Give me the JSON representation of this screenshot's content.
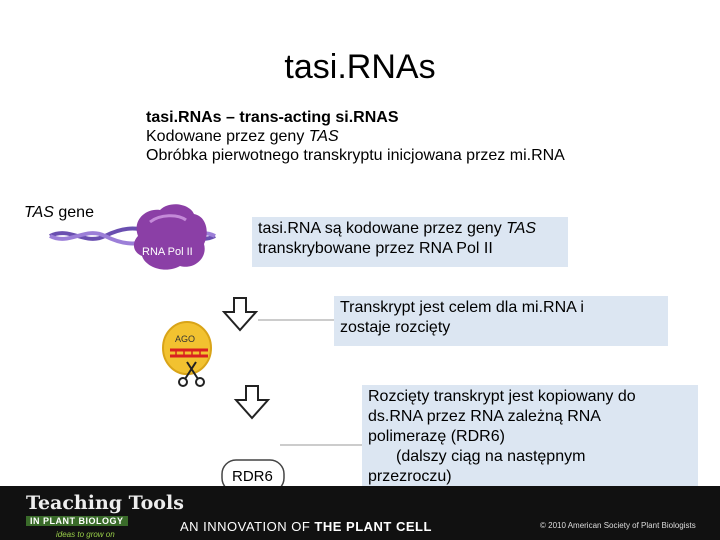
{
  "title": "tasi.RNAs",
  "intro": {
    "line1": "tasi.RNAs – trans-acting si.RNAS",
    "line2_prefix": "Kodowane przez geny ",
    "line2_italic": "TAS",
    "line3": "Obróbka pierwotnego transkryptu inicjowana przez  mi.RNA"
  },
  "diagram": {
    "tas_gene_italic": "TAS",
    "tas_gene_suffix": " gene",
    "rna_pol_ii": "RNA Pol II",
    "ago": "AGO",
    "rdr6": "RDR6"
  },
  "boxes": {
    "box1_line1_prefix": "tasi.RNA są kodowane przez geny ",
    "box1_line1_italic": "TAS",
    "box1_line2": "transkrybowane przez RNA Pol II",
    "box2_line1": "Transkrypt jest celem dla mi.RNA i",
    "box2_line2": "zostaje rozcięty",
    "box3_line1": "Rozcięty transkrypt jest kopiowany do",
    "box3_line2": "ds.RNA przez RNA zależną RNA",
    "box3_line3": "polimerazę (RDR6)",
    "box3_line4": "(dalszy ciąg na następnym",
    "box3_line5": "przezroczu)"
  },
  "footer": {
    "logo_line1": "Teaching Tools",
    "logo_line2": "IN PLANT BIOLOGY",
    "logo_line3": "ideas to grow on",
    "center_prefix": "AN INNOVATION OF ",
    "center_bold": "THE PLANT CELL",
    "right": "© 2010 American Society of Plant Biologists"
  },
  "colors": {
    "box_fill": "#dce6f2",
    "dna_strand": "#6a4fb0",
    "pol_ii": "#8b3fa6",
    "ago": "#f2c230",
    "mirna": "#d92020",
    "footer": "#111111"
  }
}
